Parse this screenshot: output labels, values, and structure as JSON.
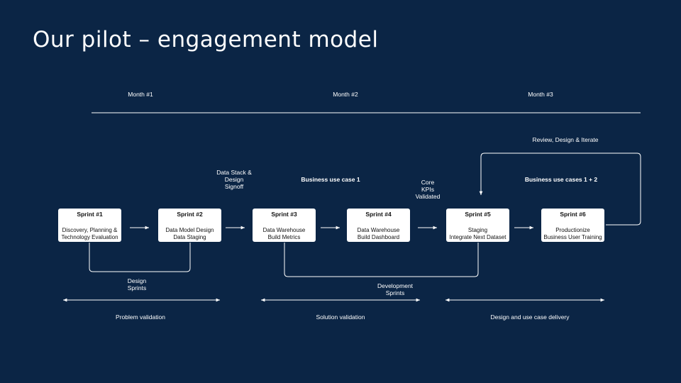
{
  "title": "Our pilot – engagement model",
  "months": [
    "Month #1",
    "Month #2",
    "Month #3"
  ],
  "sprints": [
    {
      "title": "Sprint #1",
      "desc": "Discovery, Planning &\nTechnology Evaluation"
    },
    {
      "title": "Sprint #2",
      "desc": "Data Model Design\nData Staging"
    },
    {
      "title": "Sprint #3",
      "desc": "Data Warehouse\nBuild Metrics"
    },
    {
      "title": "Sprint #4",
      "desc": "Data Warehouse\nBuild Dashboard"
    },
    {
      "title": "Sprint #5",
      "desc": "Staging\nIntegrate Next Dataset"
    },
    {
      "title": "Sprint #6",
      "desc": "Productionize\nBusiness User Training"
    }
  ],
  "annotations": {
    "data_stack": "Data Stack &\nDesign\nSignoff",
    "use_case_1": "Business use case 1",
    "core_kpis": "Core\nKPIs\nValidated",
    "review": "Review, Design & Iterate",
    "use_cases_12": "Business use cases 1 + 2",
    "design_sprints": "Design\nSprints",
    "development_sprints": "Development\nSprints"
  },
  "phases": [
    "Problem validation",
    "Solution validation",
    "Design and use case delivery"
  ]
}
